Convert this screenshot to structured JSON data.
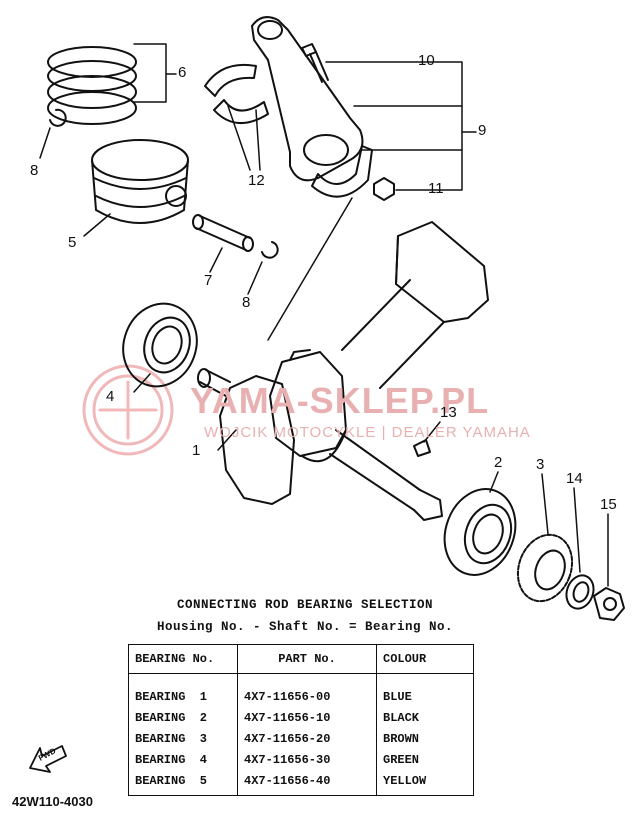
{
  "callouts": {
    "c1": "1",
    "c2": "2",
    "c3": "3",
    "c4": "4",
    "c5": "5",
    "c6": "6",
    "c7": "7",
    "c8a": "8",
    "c8b": "8",
    "c9": "9",
    "c10": "10",
    "c11": "11",
    "c12": "12",
    "c13": "13",
    "c14": "14",
    "c15": "15"
  },
  "selection": {
    "title": "CONNECTING ROD BEARING SELECTION",
    "formula": "Housing No. - Shaft No. = Bearing No."
  },
  "table": {
    "headers": [
      "BEARING No.",
      "PART No.",
      "COLOUR"
    ],
    "rows": [
      [
        "BEARING  1",
        "4X7-11656-00",
        "BLUE"
      ],
      [
        "BEARING  2",
        "4X7-11656-10",
        "BLACK"
      ],
      [
        "BEARING  3",
        "4X7-11656-20",
        "BROWN"
      ],
      [
        "BEARING  4",
        "4X7-11656-30",
        "GREEN"
      ],
      [
        "BEARING  5",
        "4X7-11656-40",
        "YELLOW"
      ]
    ]
  },
  "fwd_label": "FWD",
  "diagram_code": "42W110-4030",
  "watermark": {
    "main": "YAMA-SKLEP.PL",
    "sub": "WOJCIK MOTOCYKLE | DEALER YAMAHA",
    "color": "#e8a5a5"
  }
}
